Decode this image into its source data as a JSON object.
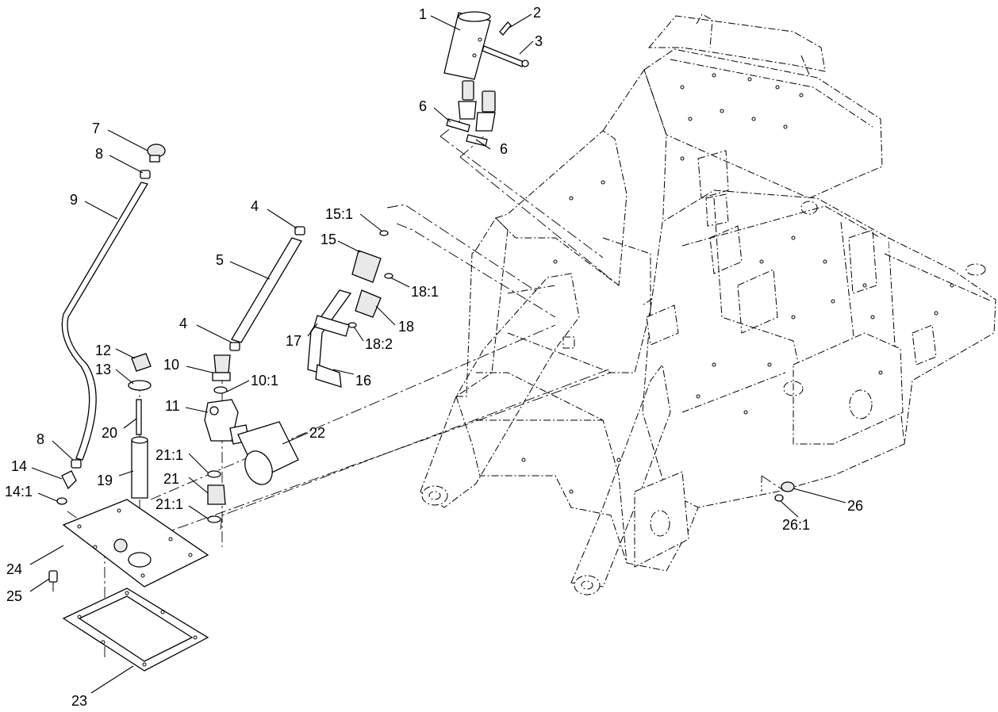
{
  "diagram": {
    "callouts": [
      {
        "id": "1",
        "text": "1"
      },
      {
        "id": "2",
        "text": "2"
      },
      {
        "id": "3",
        "text": "3"
      },
      {
        "id": "4a",
        "text": "4"
      },
      {
        "id": "4b",
        "text": "4"
      },
      {
        "id": "5",
        "text": "5"
      },
      {
        "id": "6a",
        "text": "6"
      },
      {
        "id": "6b",
        "text": "6"
      },
      {
        "id": "7",
        "text": "7"
      },
      {
        "id": "8a",
        "text": "8"
      },
      {
        "id": "8b",
        "text": "8"
      },
      {
        "id": "9",
        "text": "9"
      },
      {
        "id": "10",
        "text": "10"
      },
      {
        "id": "10_1",
        "text": "10:1"
      },
      {
        "id": "11",
        "text": "11"
      },
      {
        "id": "12",
        "text": "12"
      },
      {
        "id": "13",
        "text": "13"
      },
      {
        "id": "14",
        "text": "14"
      },
      {
        "id": "14_1",
        "text": "14:1"
      },
      {
        "id": "15",
        "text": "15"
      },
      {
        "id": "15_1",
        "text": "15:1"
      },
      {
        "id": "16",
        "text": "16"
      },
      {
        "id": "17",
        "text": "17"
      },
      {
        "id": "18",
        "text": "18"
      },
      {
        "id": "18_1",
        "text": "18:1"
      },
      {
        "id": "18_2",
        "text": "18:2"
      },
      {
        "id": "19",
        "text": "19"
      },
      {
        "id": "20",
        "text": "20"
      },
      {
        "id": "21",
        "text": "21"
      },
      {
        "id": "21_1a",
        "text": "21:1"
      },
      {
        "id": "21_1b",
        "text": "21:1"
      },
      {
        "id": "22",
        "text": "22"
      },
      {
        "id": "23",
        "text": "23"
      },
      {
        "id": "24",
        "text": "24"
      },
      {
        "id": "25",
        "text": "25"
      },
      {
        "id": "26",
        "text": "26"
      },
      {
        "id": "26_1",
        "text": "26:1"
      }
    ]
  }
}
